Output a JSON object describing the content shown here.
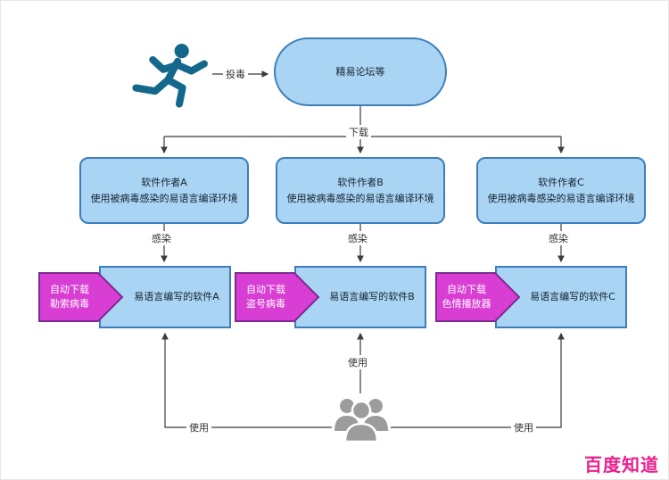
{
  "diagram": {
    "forum": {
      "label": "精易论坛等"
    },
    "edge_labels": {
      "poison": "投毒",
      "download": "下载",
      "infect": "感染",
      "use": "使用"
    },
    "authors": [
      {
        "line1": "软件作者A",
        "line2": "使用被病毒感染的易语言编译环境"
      },
      {
        "line1": "软件作者B",
        "line2": "使用被病毒感染的易语言编译环境"
      },
      {
        "line1": "软件作者C",
        "line2": "使用被病毒感染的易语言编译环境"
      }
    ],
    "software": [
      {
        "tag": "自动下载",
        "virus": "勒索病毒",
        "label": "易语言编写的软件A"
      },
      {
        "tag": "自动下载",
        "virus": "盗号病毒",
        "label": "易语言编写的软件B"
      },
      {
        "tag": "自动下载",
        "virus": "色情播放器",
        "label": "易语言编写的软件C"
      }
    ],
    "icons": {
      "attacker": "running-person-icon",
      "users": "user-group-icon"
    },
    "colors": {
      "node_fill": "#A9D4F3",
      "node_border": "#3D7EBB",
      "tag_fill": "#D93ED4",
      "tag_border": "#7C2B8F",
      "line": "#3C3C3C",
      "attacker_icon": "#14688C",
      "users_icon": "#9C9C9C",
      "watermark": "#EC1E8C"
    },
    "watermark": "百度知道"
  }
}
